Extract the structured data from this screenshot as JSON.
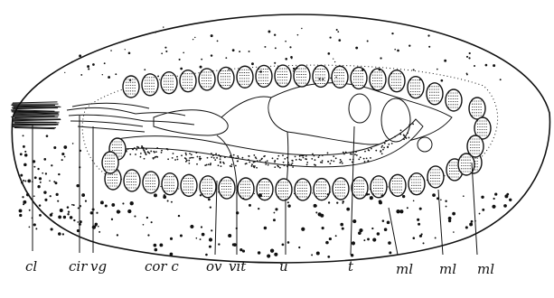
{
  "figure": {
    "labels": {
      "cl": "cl",
      "cir": "cir",
      "vg": "vg",
      "cor_c": "cor c",
      "ov": "ov",
      "vit": "vit",
      "u": "u",
      "t": "t",
      "ml_1": "ml",
      "ml_2": "ml",
      "ml_3": "ml"
    },
    "colors": {
      "ink": "#111111",
      "paper": "#ffffff"
    }
  }
}
